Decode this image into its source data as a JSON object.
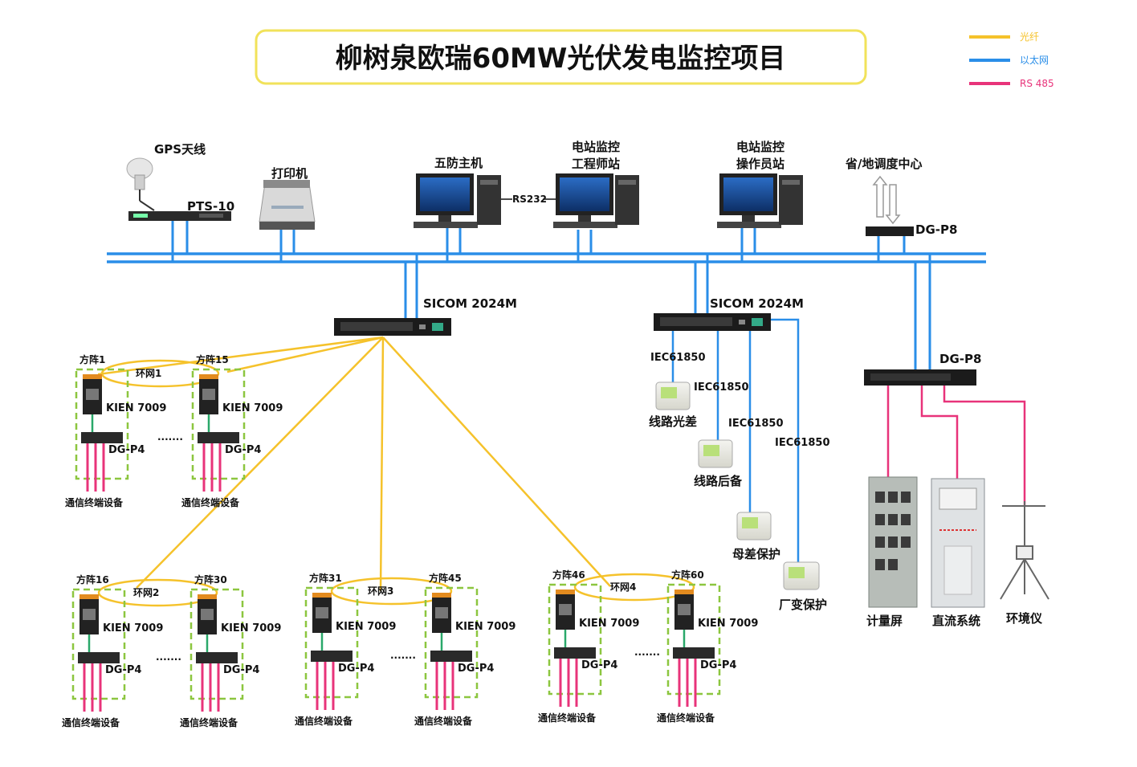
{
  "title": "柳树泉欧瑞60MW光伏发电监控项目",
  "legend": {
    "items": [
      {
        "label": "光纤",
        "color": "#f5c22b"
      },
      {
        "label": "以太网",
        "color": "#2a8ee8"
      },
      {
        "label": "RS 485",
        "color": "#e8337a"
      }
    ]
  },
  "colors": {
    "fiber": "#f5c22b",
    "ethernet": "#2a8ee8",
    "rs485": "#e8337a",
    "dashed_box": "#8cc63f",
    "green_link": "#2aa86a"
  },
  "top_devices": {
    "gps": "GPS天线",
    "pts": "PTS-10",
    "printer": "打印机",
    "wufang": "五防主机",
    "rs232": "RS232",
    "engineer": [
      "电站监控",
      "工程师站"
    ],
    "operator": [
      "电站监控",
      "操作员站"
    ],
    "dispatch": "省/地调度中心",
    "dgp8_top": "DG-P8"
  },
  "switches": {
    "left": "SICOM 2024M",
    "right": "SICOM 2024M"
  },
  "protection": {
    "iec": "IEC61850",
    "devices": [
      "线路光差",
      "线路后备",
      "母差保护",
      "厂变保护"
    ]
  },
  "dgp8_right": "DG-P8",
  "cabinets": [
    "计量屏",
    "直流系统",
    "环境仪"
  ],
  "arrays": {
    "kien": "KIEN 7009",
    "dgp4": "DG-P4",
    "terminal": "通信终端设备",
    "dots": ".......",
    "rings": [
      {
        "ring": "环网1",
        "a": "方阵1",
        "b": "方阵15"
      },
      {
        "ring": "环网2",
        "a": "方阵16",
        "b": "方阵30"
      },
      {
        "ring": "环网3",
        "a": "方阵31",
        "b": "方阵45"
      },
      {
        "ring": "环网4",
        "a": "方阵46",
        "b": "方阵60"
      }
    ]
  }
}
